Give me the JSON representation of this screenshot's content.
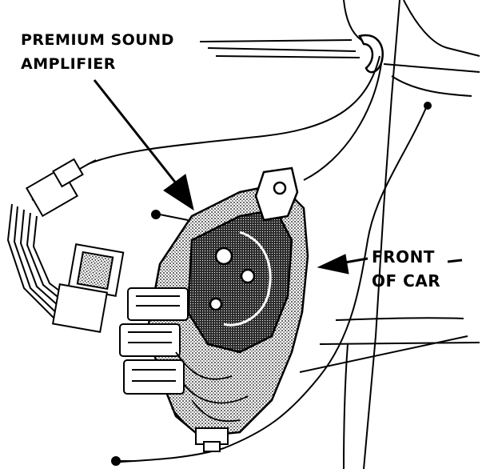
{
  "labels": {
    "amplifier_line1": "PREMIUM SOUND",
    "amplifier_line2": "AMPLIFIER",
    "front_line1": "FRONT",
    "front_line2": "OF CAR"
  },
  "colors": {
    "ink": "#000000",
    "paper": "#ffffff",
    "shade": "#3a3a3a"
  }
}
